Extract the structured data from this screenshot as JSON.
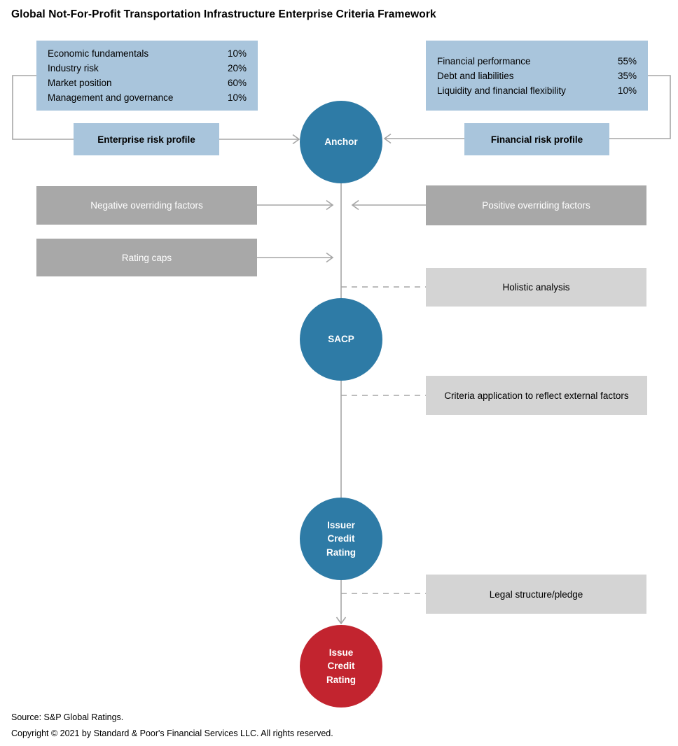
{
  "title": "Global Not-For-Profit Transportation Infrastructure Enterprise Criteria Framework",
  "colors": {
    "light_blue_box": "#a9c5dc",
    "blue_circle": "#2e7ba6",
    "red_circle": "#c2242f",
    "dark_gray_box": "#a8a8a8",
    "light_gray_box": "#d4d4d4",
    "connector_gray": "#a6a6a6"
  },
  "enterprise_factors": {
    "items": [
      {
        "label": "Economic fundamentals",
        "value": "10%"
      },
      {
        "label": "Industry risk",
        "value": "20%"
      },
      {
        "label": "Market position",
        "value": "60%"
      },
      {
        "label": "Management and governance",
        "value": "10%"
      }
    ]
  },
  "financial_factors": {
    "items": [
      {
        "label": "Financial performance",
        "value": "55%"
      },
      {
        "label": "Debt and liabilities",
        "value": "35%"
      },
      {
        "label": "Liquidity and financial flexibility",
        "value": "10%"
      }
    ]
  },
  "profiles": {
    "enterprise": "Enterprise risk profile",
    "financial": "Financial risk profile"
  },
  "nodes": {
    "anchor": "Anchor",
    "sacp": "SACP",
    "issuer": "Issuer\nCredit\nRating",
    "issue": "Issue\nCredit\nRating"
  },
  "modifier_boxes": {
    "negative": "Negative overriding factors",
    "rating_caps": "Rating caps",
    "positive": "Positive overriding factors",
    "holistic": "Holistic analysis",
    "criteria": "Criteria application to reflect external factors",
    "legal": "Legal structure/pledge"
  },
  "footer": {
    "source": "Source: S&P Global Ratings.",
    "copyright": "Copyright © 2021 by Standard & Poor's Financial Services LLC. All rights reserved."
  }
}
